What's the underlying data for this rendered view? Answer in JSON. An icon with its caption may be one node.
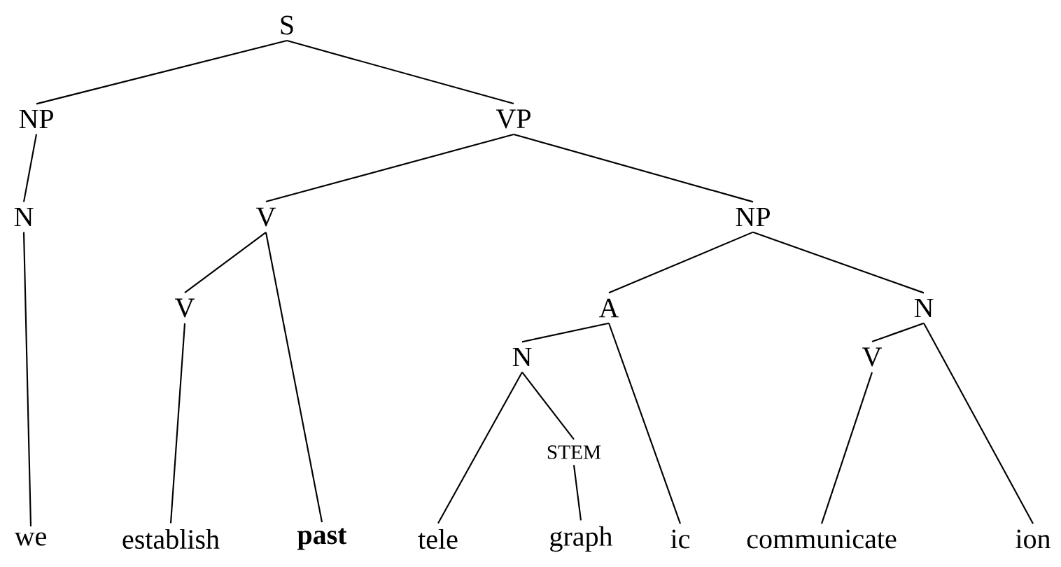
{
  "diagram": {
    "nodes": [
      {
        "text": [
          "S"
        ]
      },
      {
        "text": [
          "NP"
        ]
      },
      {
        "text": [
          "VP"
        ]
      },
      {
        "text": [
          "N"
        ]
      },
      {
        "text": [
          "V"
        ]
      },
      {
        "text": [
          "NP"
        ]
      },
      {
        "text": [
          "V"
        ]
      },
      {
        "text": [
          "A"
        ]
      },
      {
        "text": [
          "N"
        ]
      },
      {
        "text": [
          "N"
        ]
      },
      {
        "text": [
          "V"
        ]
      },
      {
        "text": [
          "STEM"
        ]
      },
      {
        "text": [
          "we"
        ]
      },
      {
        "text": [
          "establish"
        ]
      },
      {
        "text": [
          "past"
        ]
      },
      {
        "text": [
          "tele"
        ]
      },
      {
        "text": [
          "graph"
        ]
      },
      {
        "text": [
          "ic"
        ]
      },
      {
        "text": [
          "communicate"
        ]
      },
      {
        "text": [
          "ion"
        ]
      }
    ],
    "edges": [
      {
        "from": 0,
        "to": 1,
        "arrow": "none"
      },
      {
        "from": 0,
        "to": 2,
        "arrow": "none"
      },
      {
        "from": 1,
        "to": 3,
        "arrow": "none"
      },
      {
        "from": 3,
        "to": 12,
        "arrow": "none"
      },
      {
        "from": 2,
        "to": 4,
        "arrow": "none"
      },
      {
        "from": 2,
        "to": 5,
        "arrow": "none"
      },
      {
        "from": 4,
        "to": 6,
        "arrow": "none"
      },
      {
        "from": 4,
        "to": 14,
        "arrow": "none"
      },
      {
        "from": 6,
        "to": 13,
        "arrow": "none"
      },
      {
        "from": 5,
        "to": 7,
        "arrow": "none"
      },
      {
        "from": 5,
        "to": 8,
        "arrow": "none"
      },
      {
        "from": 7,
        "to": 9,
        "arrow": "none"
      },
      {
        "from": 7,
        "to": 17,
        "arrow": "none"
      },
      {
        "from": 9,
        "to": 15,
        "arrow": "none"
      },
      {
        "from": 9,
        "to": 11,
        "arrow": "none"
      },
      {
        "from": 11,
        "to": 16,
        "arrow": "none"
      },
      {
        "from": 8,
        "to": 10,
        "arrow": "none"
      },
      {
        "from": 8,
        "to": 19,
        "arrow": "none"
      },
      {
        "from": 10,
        "to": 18,
        "arrow": "none"
      }
    ]
  }
}
